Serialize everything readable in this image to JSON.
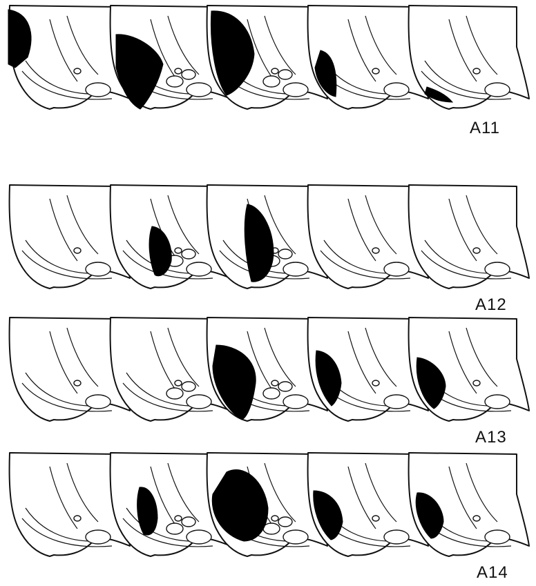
{
  "figure": {
    "rows": [
      {
        "label": "A11",
        "lesion_sections": [
          1,
          2,
          3,
          4,
          5
        ]
      },
      {
        "label": "A12",
        "lesion_sections": [
          2,
          3
        ]
      },
      {
        "label": "A13",
        "lesion_sections": [
          3,
          4,
          5
        ]
      },
      {
        "label": "A14",
        "lesion_sections": [
          2,
          3,
          4,
          5
        ]
      }
    ],
    "colors": {
      "lesion": "#000000",
      "outline": "#111111",
      "background": "#ffffff"
    }
  }
}
